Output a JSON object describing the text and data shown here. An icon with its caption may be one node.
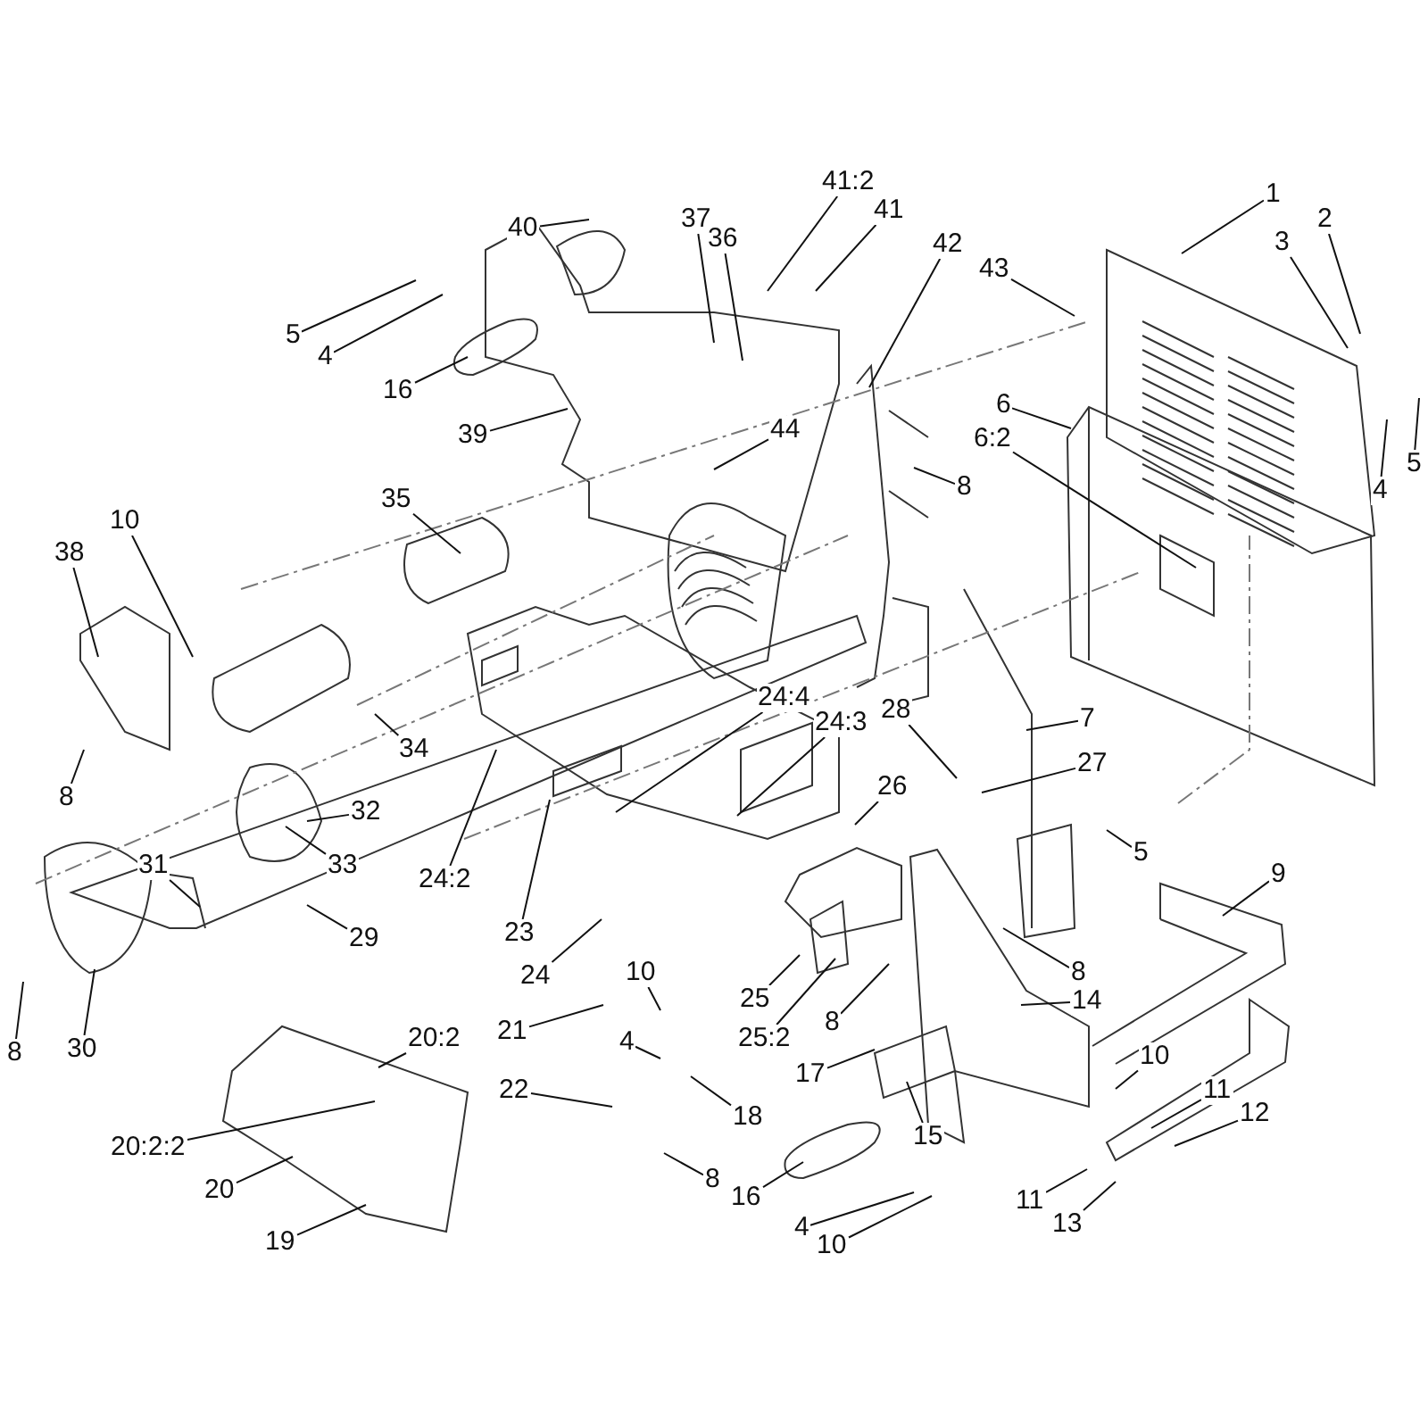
{
  "diagram": {
    "nodes": [
      {
        "text": [
          "1"
        ]
      },
      {
        "text": [
          "40"
        ]
      },
      {
        "text": [
          "41:2"
        ]
      },
      {
        "text": [
          "2"
        ]
      },
      {
        "text": [
          "37"
        ]
      },
      {
        "text": [
          "36"
        ]
      },
      {
        "text": [
          "41"
        ]
      },
      {
        "text": [
          "3"
        ]
      },
      {
        "text": [
          "42"
        ]
      },
      {
        "text": [
          "43"
        ]
      },
      {
        "text": [
          "5"
        ]
      },
      {
        "text": [
          "4"
        ]
      },
      {
        "text": [
          "16"
        ]
      },
      {
        "text": [
          "6"
        ]
      },
      {
        "text": [
          "6:2"
        ]
      },
      {
        "text": [
          "39"
        ]
      },
      {
        "text": [
          "44"
        ]
      },
      {
        "text": [
          "4"
        ]
      },
      {
        "text": [
          "5"
        ]
      },
      {
        "text": [
          "8"
        ]
      },
      {
        "text": [
          "35"
        ]
      },
      {
        "text": [
          "10"
        ]
      },
      {
        "text": [
          "38"
        ]
      },
      {
        "text": [
          "34"
        ]
      },
      {
        "text": [
          "24:4"
        ]
      },
      {
        "text": [
          "24:3"
        ]
      },
      {
        "text": [
          "28"
        ]
      },
      {
        "text": [
          "7"
        ]
      },
      {
        "text": [
          "27"
        ]
      },
      {
        "text": [
          "26"
        ]
      },
      {
        "text": [
          "8"
        ]
      },
      {
        "text": [
          "32"
        ]
      },
      {
        "text": [
          "33"
        ]
      },
      {
        "text": [
          "31"
        ]
      },
      {
        "text": [
          "5"
        ]
      },
      {
        "text": [
          "24:2"
        ]
      },
      {
        "text": [
          "9"
        ]
      },
      {
        "text": [
          "29"
        ]
      },
      {
        "text": [
          "23"
        ]
      },
      {
        "text": [
          "24"
        ]
      },
      {
        "text": [
          "21"
        ]
      },
      {
        "text": [
          "10"
        ]
      },
      {
        "text": [
          "25"
        ]
      },
      {
        "text": [
          "8"
        ]
      },
      {
        "text": [
          "14"
        ]
      },
      {
        "text": [
          "20:2"
        ]
      },
      {
        "text": [
          "25:2"
        ]
      },
      {
        "text": [
          "4"
        ]
      },
      {
        "text": [
          "30"
        ]
      },
      {
        "text": [
          "8"
        ]
      },
      {
        "text": [
          "10"
        ]
      },
      {
        "text": [
          "17"
        ]
      },
      {
        "text": [
          "11"
        ]
      },
      {
        "text": [
          "22"
        ]
      },
      {
        "text": [
          "18"
        ]
      },
      {
        "text": [
          "12"
        ]
      },
      {
        "text": [
          "15"
        ]
      },
      {
        "text": [
          "20:2:2"
        ]
      },
      {
        "text": [
          "8"
        ]
      },
      {
        "text": [
          "20"
        ]
      },
      {
        "text": [
          "16"
        ]
      },
      {
        "text": [
          "11"
        ]
      },
      {
        "text": [
          "4"
        ]
      },
      {
        "text": [
          "13"
        ]
      },
      {
        "text": [
          "19"
        ]
      },
      {
        "text": [
          "10"
        ]
      },
      {
        "text": [
          "8"
        ]
      }
    ],
    "edges": [
      {
        "from": 0,
        "to": null,
        "arrow": "none"
      },
      {
        "from": 1,
        "to": null,
        "arrow": "none"
      },
      {
        "from": 2,
        "to": null,
        "arrow": "none"
      },
      {
        "from": 3,
        "to": null,
        "arrow": "none"
      },
      {
        "from": 4,
        "to": null,
        "arrow": "none"
      },
      {
        "from": 5,
        "to": null,
        "arrow": "none"
      },
      {
        "from": 6,
        "to": null,
        "arrow": "none"
      },
      {
        "from": 7,
        "to": null,
        "arrow": "none"
      },
      {
        "from": 8,
        "to": null,
        "arrow": "none"
      },
      {
        "from": 9,
        "to": null,
        "arrow": "none"
      },
      {
        "from": 10,
        "to": null,
        "arrow": "none"
      },
      {
        "from": 11,
        "to": null,
        "arrow": "none"
      },
      {
        "from": 12,
        "to": null,
        "arrow": "none"
      },
      {
        "from": 13,
        "to": null,
        "arrow": "none"
      },
      {
        "from": 14,
        "to": null,
        "arrow": "none"
      },
      {
        "from": 15,
        "to": null,
        "arrow": "none"
      },
      {
        "from": 16,
        "to": null,
        "arrow": "none"
      },
      {
        "from": 17,
        "to": null,
        "arrow": "none"
      },
      {
        "from": 18,
        "to": null,
        "arrow": "none"
      },
      {
        "from": 19,
        "to": null,
        "arrow": "none"
      },
      {
        "from": 20,
        "to": null,
        "arrow": "none"
      },
      {
        "from": 21,
        "to": null,
        "arrow": "none"
      },
      {
        "from": 22,
        "to": null,
        "arrow": "none"
      },
      {
        "from": 23,
        "to": null,
        "arrow": "none"
      },
      {
        "from": 24,
        "to": null,
        "arrow": "none"
      },
      {
        "from": 25,
        "to": null,
        "arrow": "none"
      },
      {
        "from": 26,
        "to": null,
        "arrow": "none"
      },
      {
        "from": 27,
        "to": null,
        "arrow": "none"
      },
      {
        "from": 28,
        "to": null,
        "arrow": "none"
      },
      {
        "from": 29,
        "to": null,
        "arrow": "none"
      },
      {
        "from": 30,
        "to": null,
        "arrow": "none"
      },
      {
        "from": 31,
        "to": null,
        "arrow": "none"
      },
      {
        "from": 32,
        "to": null,
        "arrow": "none"
      },
      {
        "from": 33,
        "to": null,
        "arrow": "none"
      },
      {
        "from": 34,
        "to": null,
        "arrow": "none"
      },
      {
        "from": 35,
        "to": null,
        "arrow": "none"
      },
      {
        "from": 36,
        "to": null,
        "arrow": "none"
      },
      {
        "from": 37,
        "to": null,
        "arrow": "none"
      },
      {
        "from": 38,
        "to": null,
        "arrow": "none"
      },
      {
        "from": 39,
        "to": null,
        "arrow": "none"
      },
      {
        "from": 40,
        "to": null,
        "arrow": "none"
      },
      {
        "from": 41,
        "to": null,
        "arrow": "none"
      },
      {
        "from": 42,
        "to": null,
        "arrow": "none"
      },
      {
        "from": 43,
        "to": null,
        "arrow": "none"
      },
      {
        "from": 44,
        "to": null,
        "arrow": "none"
      },
      {
        "from": 45,
        "to": null,
        "arrow": "none"
      },
      {
        "from": 46,
        "to": null,
        "arrow": "none"
      },
      {
        "from": 47,
        "to": null,
        "arrow": "none"
      },
      {
        "from": 48,
        "to": null,
        "arrow": "none"
      },
      {
        "from": 49,
        "to": null,
        "arrow": "none"
      },
      {
        "from": 50,
        "to": null,
        "arrow": "none"
      },
      {
        "from": 51,
        "to": null,
        "arrow": "none"
      },
      {
        "from": 52,
        "to": null,
        "arrow": "none"
      },
      {
        "from": 53,
        "to": null,
        "arrow": "none"
      },
      {
        "from": 54,
        "to": null,
        "arrow": "none"
      },
      {
        "from": 55,
        "to": null,
        "arrow": "none"
      },
      {
        "from": 56,
        "to": null,
        "arrow": "none"
      },
      {
        "from": 57,
        "to": null,
        "arrow": "none"
      },
      {
        "from": 58,
        "to": null,
        "arrow": "none"
      },
      {
        "from": 59,
        "to": null,
        "arrow": "none"
      },
      {
        "from": 60,
        "to": null,
        "arrow": "none"
      },
      {
        "from": 61,
        "to": null,
        "arrow": "none"
      },
      {
        "from": 62,
        "to": null,
        "arrow": "none"
      },
      {
        "from": 63,
        "to": null,
        "arrow": "none"
      },
      {
        "from": 64,
        "to": null,
        "arrow": "none"
      },
      {
        "from": 65,
        "to": null,
        "arrow": "none"
      },
      {
        "from": 66,
        "to": null,
        "arrow": "none"
      }
    ]
  }
}
